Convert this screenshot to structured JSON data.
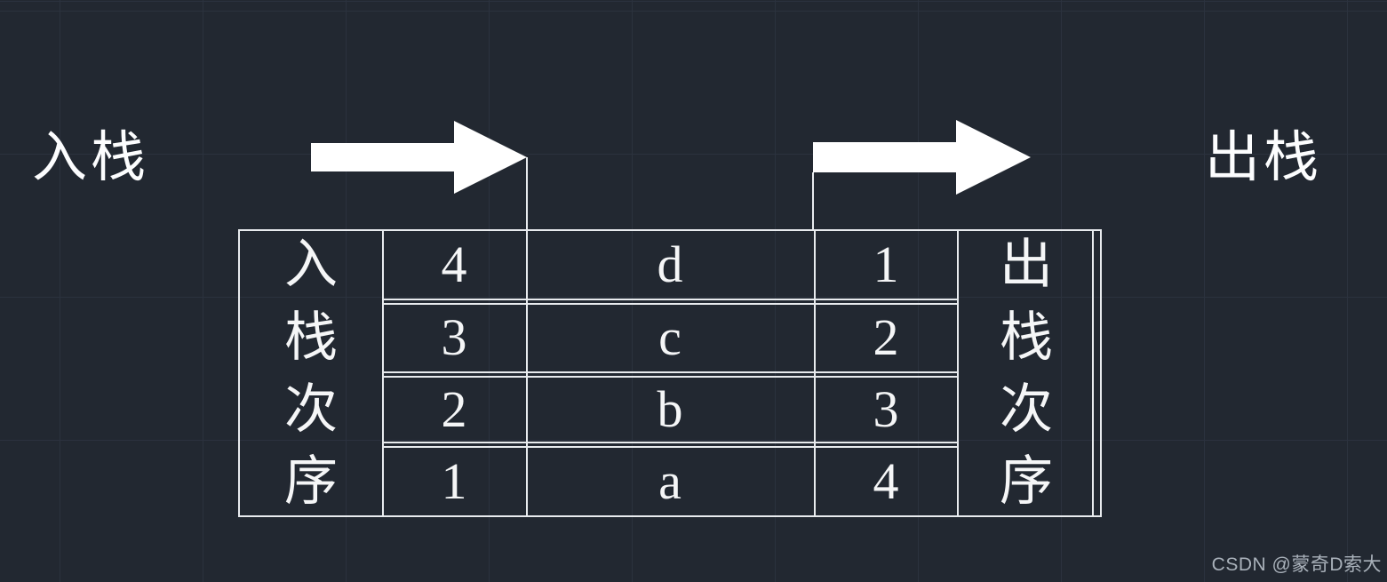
{
  "diagram": {
    "push_label": "入栈",
    "pop_label": "出栈"
  },
  "table": {
    "left_header_text": "入栈次序",
    "right_header_text": "出栈次序",
    "left_header_chars": [
      "入",
      "栈",
      "次",
      "序"
    ],
    "right_header_chars": [
      "出",
      "栈",
      "次",
      "序"
    ],
    "rows": [
      {
        "push_order": "4",
        "element": "d",
        "pop_order": "1"
      },
      {
        "push_order": "3",
        "element": "c",
        "pop_order": "2"
      },
      {
        "push_order": "2",
        "element": "b",
        "pop_order": "3"
      },
      {
        "push_order": "1",
        "element": "a",
        "pop_order": "4"
      }
    ]
  },
  "watermark": {
    "text": "CSDN @蒙奇D索大"
  },
  "colors": {
    "background": "#222831",
    "grid_line": "#2b323e",
    "table_line": "#e8ebee",
    "arrow_fill": "#ffffff",
    "text": "#f5f6f7",
    "watermark": "#a9b1ba"
  }
}
